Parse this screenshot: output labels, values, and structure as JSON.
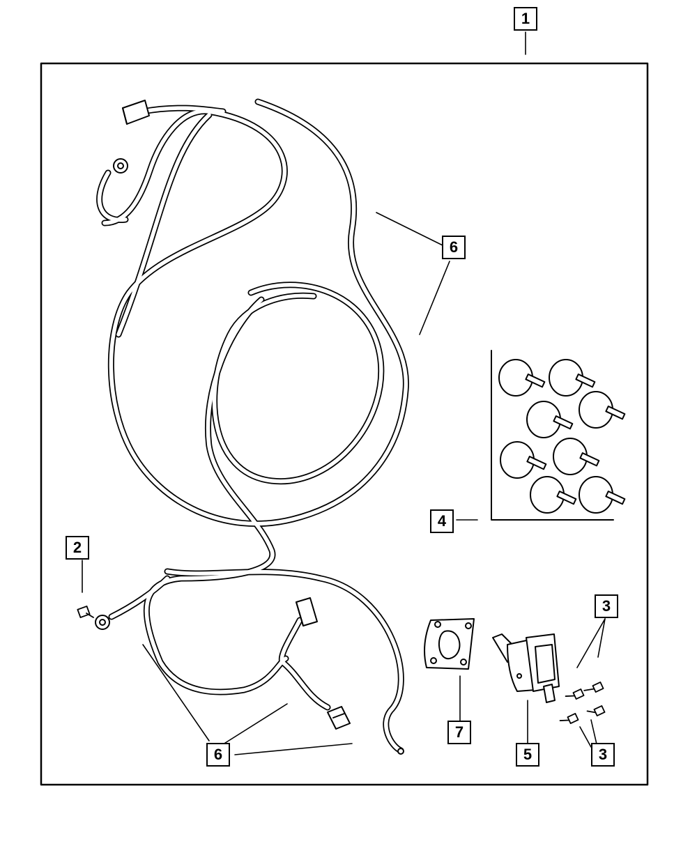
{
  "diagram": {
    "callouts": {
      "kit": "1",
      "ground_screw": "2",
      "screws_top": "3",
      "screws_bottom": "3",
      "tie_straps": "4",
      "connector_socket": "5",
      "harness_top": "6",
      "harness_bottom": "6",
      "mounting_bracket": "7"
    }
  },
  "colors": {
    "line": "#000000",
    "background": "#ffffff"
  }
}
